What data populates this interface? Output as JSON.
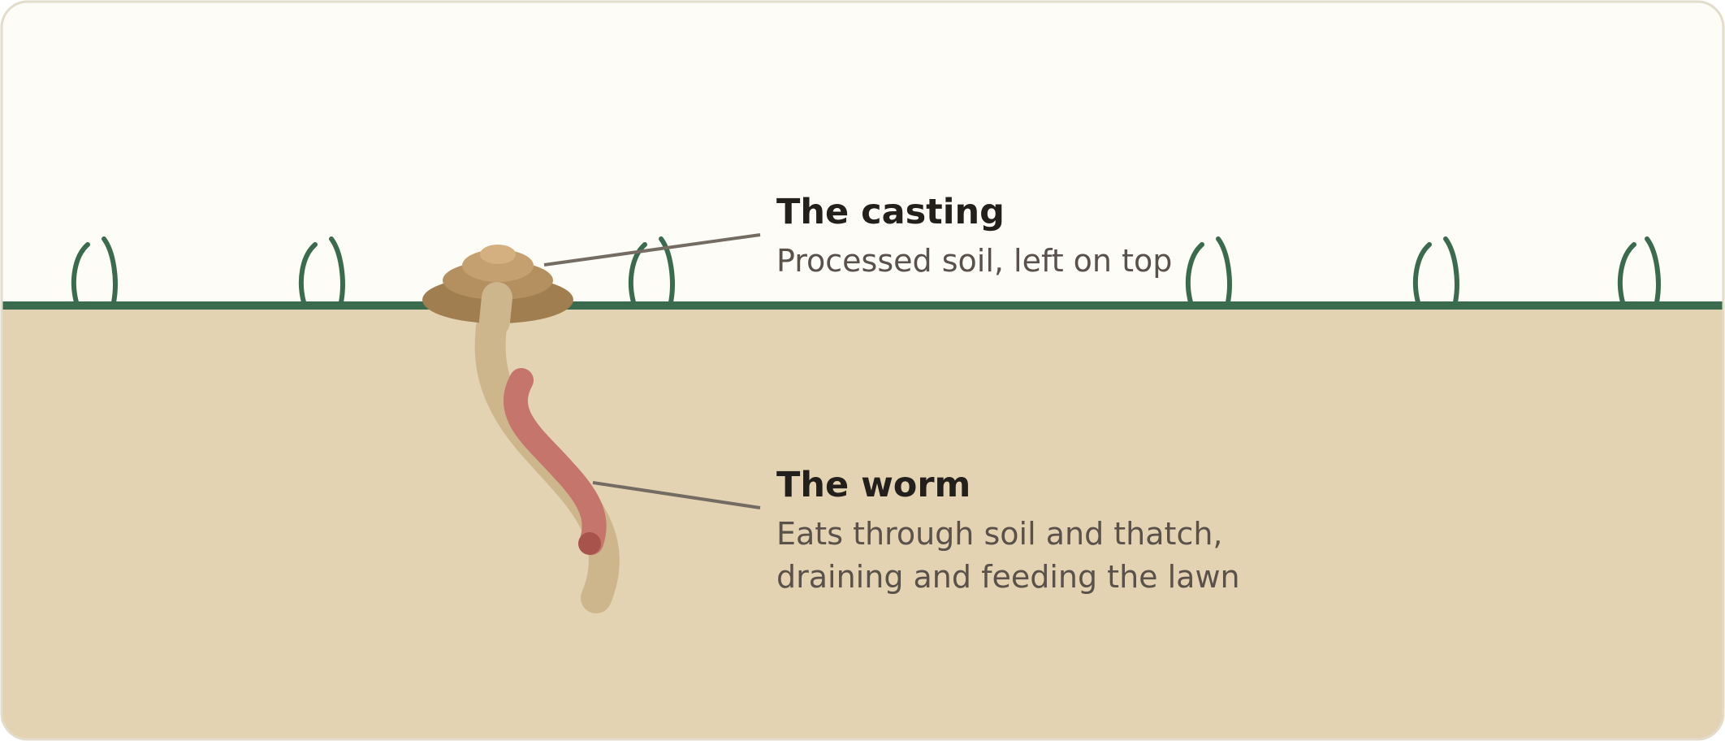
{
  "colors": {
    "sky": "#fdfcf7",
    "soil": "#e3d3b3",
    "frame_border": "#e2dccb",
    "grass": "#3b6b4e",
    "casting_dark": "#a07e50",
    "casting_mid": "#b48f5f",
    "casting_light": "#c4a070",
    "casting_top": "#d4b080",
    "tunnel": "#cdb68c",
    "worm": "#c5756c",
    "worm_head": "#a8544c",
    "leader_line": "#746c63",
    "title_text": "#221f1c",
    "desc_text": "#5a524a"
  },
  "annotations": {
    "casting": {
      "title": "The casting",
      "desc": "Processed soil, left on top"
    },
    "worm": {
      "title": "The worm",
      "desc_line1": "Eats through soil and thatch,",
      "desc_line2": "draining and feeding the lawn"
    }
  }
}
